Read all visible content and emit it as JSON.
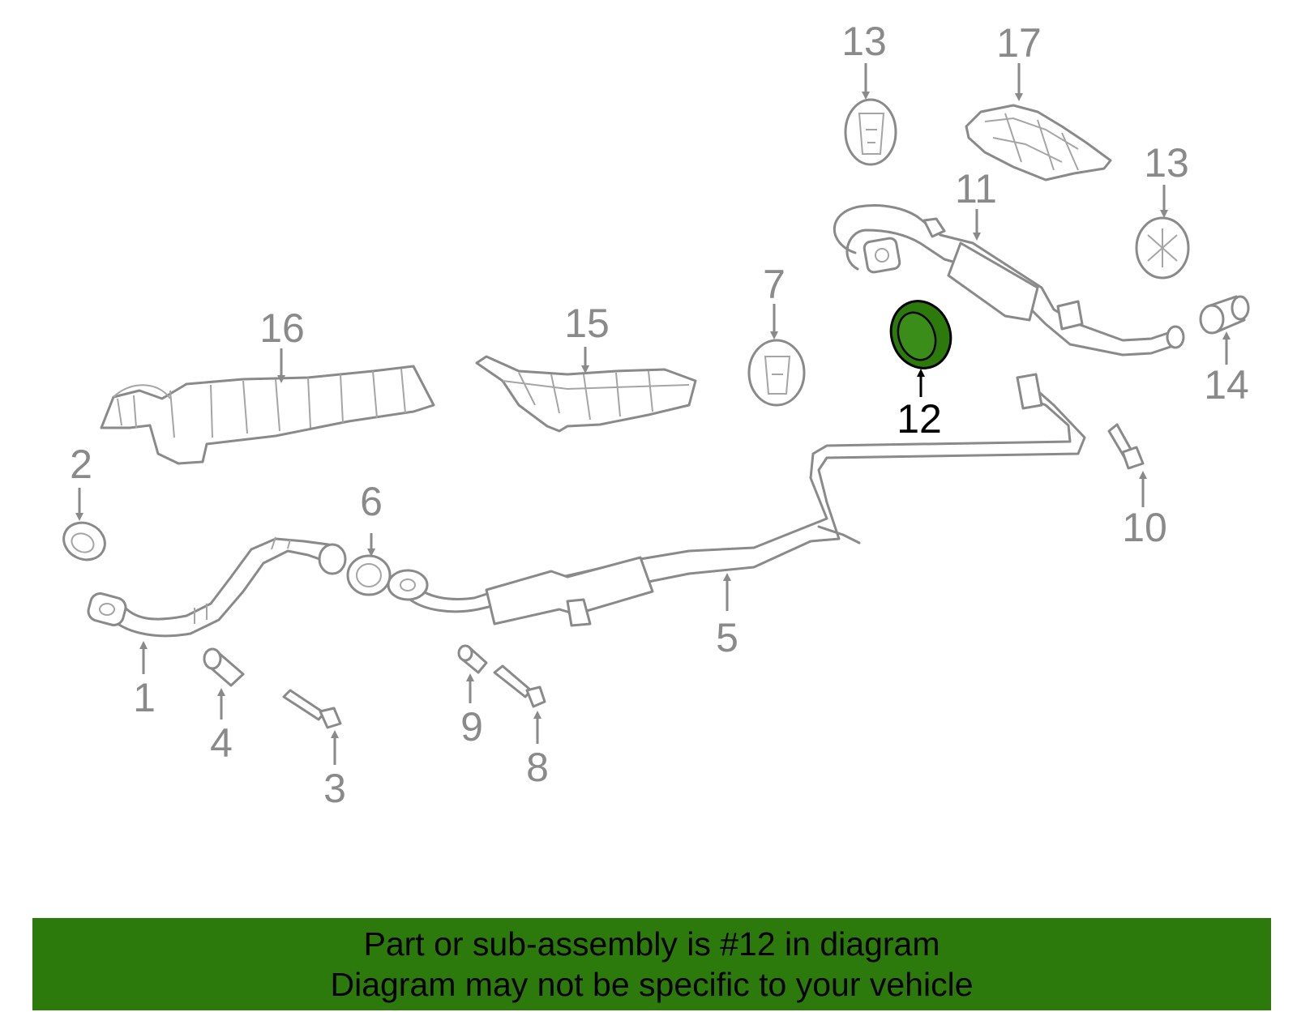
{
  "highlight_color": "#2b7a0b",
  "highlighted_part": "12",
  "callouts": {
    "p1": "1",
    "p2": "2",
    "p3": "3",
    "p4": "4",
    "p5": "5",
    "p6": "6",
    "p7": "7",
    "p8": "8",
    "p9": "9",
    "p10": "10",
    "p11": "11",
    "p12": "12",
    "p13a": "13",
    "p13b": "13",
    "p14": "14",
    "p15": "15",
    "p16": "16",
    "p17": "17"
  },
  "banner": {
    "line1": "Part or sub-assembly is #12 in diagram",
    "line2": "Diagram may not be specific to your vehicle"
  }
}
